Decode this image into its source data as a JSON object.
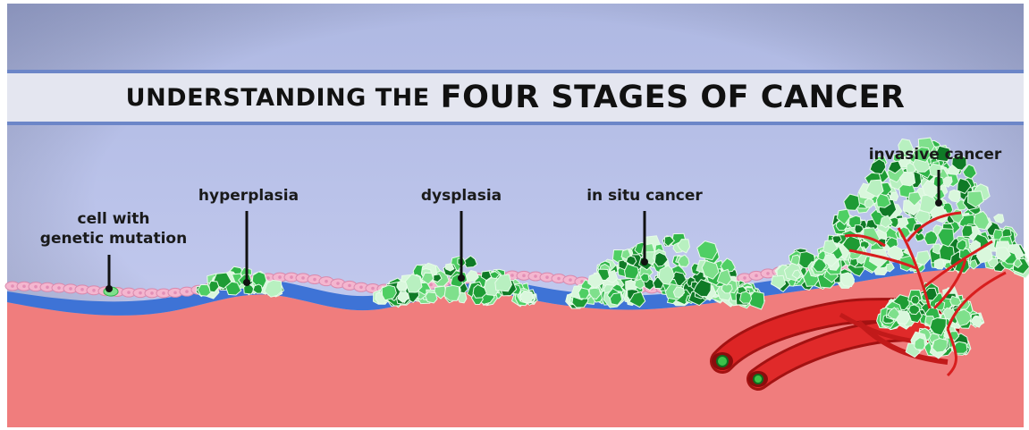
{
  "title": {
    "part1": "UNDERSTANDING THE",
    "part2": "FOUR STAGES OF CANCER"
  },
  "stages": [
    {
      "id": "mutation",
      "line1": "cell with",
      "line2": "genetic mutation"
    },
    {
      "id": "hyperplasia",
      "label": "hyperplasia"
    },
    {
      "id": "dysplasia",
      "label": "dysplasia"
    },
    {
      "id": "in-situ",
      "label": "in situ cancer"
    },
    {
      "id": "invasive",
      "label": "invasive cancer"
    }
  ],
  "colors": {
    "background_top": "#a9b4d9",
    "background_bottom": "#c6cdf0",
    "banner": "#e4e6f0",
    "banner_border": "#6c86c8",
    "tissue": "#f07d7d",
    "basement_membrane": "#3e73d6",
    "normal_cell": "#f4b6cf",
    "cancer_cell_dark": "#1e9b34",
    "cancer_cell_light": "#b8f0c0",
    "blood_vessel": "#d91f1f"
  }
}
